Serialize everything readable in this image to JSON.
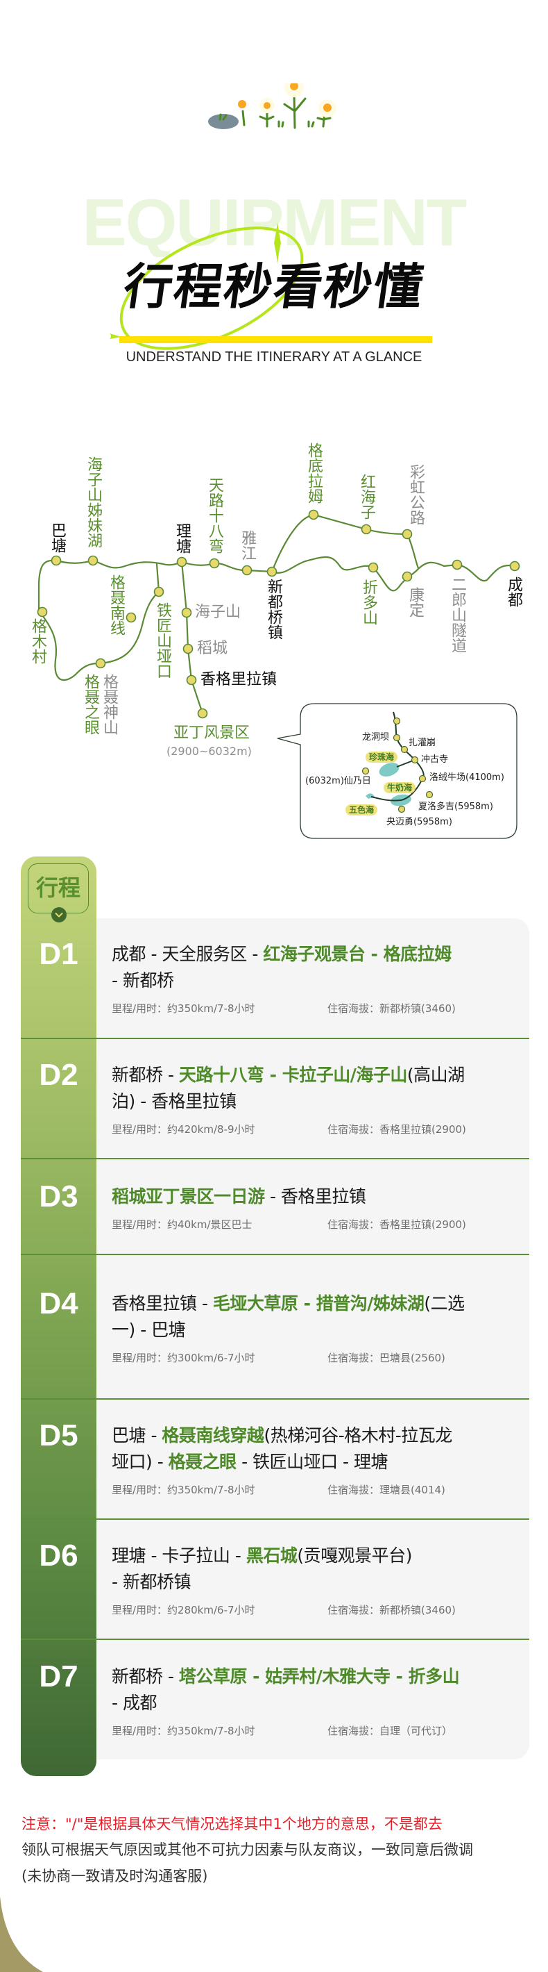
{
  "header": {
    "watermark": "EQUIPMENT",
    "title": "行程秒看秒懂",
    "subtitle": "UNDERSTAND THE ITINERARY AT A GLANCE"
  },
  "map": {
    "stations": [
      "巴塘",
      "海子山姊妹湖",
      "理塘",
      "天路十八弯",
      "雅江",
      "新都桥镇",
      "格底拉姆",
      "红海子",
      "彩虹公路",
      "折多山",
      "康定",
      "二郎山隧道",
      "成都",
      "格木村",
      "格聂南线",
      "铁匠山垭口",
      "格聂之眼",
      "格聂神山",
      "海子山",
      "稻城",
      "香格里拉镇",
      "亚丁风景区"
    ],
    "yading_altitude": "(2900~6032m)",
    "inset": {
      "stops": [
        "龙洞坝",
        "扎灌崩",
        "冲古寺",
        "洛绒牛场(4100m)",
        "(6032m)仙乃日",
        "夏洛多吉(5958m)",
        "央迈勇(5958m)"
      ],
      "lakes": [
        "珍珠海",
        "牛奶海",
        "五色海"
      ]
    }
  },
  "itinerary": {
    "tag": "行程",
    "days": [
      {
        "day": "D1",
        "route": [
          {
            "t": "成都 - 天全服务区 - "
          },
          {
            "t": "红海子观景台 - 格底拉姆",
            "h": true
          },
          {
            "t": "\n- 新都桥"
          }
        ],
        "distance": "里程/用时：约350km/7-8小时",
        "lodging": "住宿海拔：新都桥镇(3460)"
      },
      {
        "day": "D2",
        "route": [
          {
            "t": "新都桥 - "
          },
          {
            "t": "天路十八弯 - 卡拉子山/海子山",
            "h": true
          },
          {
            "t": "(高山湖\n泊) - 香格里拉镇"
          }
        ],
        "distance": "里程/用时：约420km/8-9小时",
        "lodging": "住宿海拔：香格里拉镇(2900)"
      },
      {
        "day": "D3",
        "route": [
          {
            "t": "稻城亚丁景区一日游",
            "h": true
          },
          {
            "t": " - 香格里拉镇"
          }
        ],
        "distance": "里程/用时：约40km/景区巴士",
        "lodging": "住宿海拔：香格里拉镇(2900)"
      },
      {
        "day": "D4",
        "route": [
          {
            "t": "香格里拉镇 - "
          },
          {
            "t": "毛垭大草原 - 措普沟/姊妹湖",
            "h": true
          },
          {
            "t": "(二选\n一) - 巴塘"
          }
        ],
        "distance": "里程/用时：约300km/6-7小时",
        "lodging": "住宿海拔：巴塘县(2560)"
      },
      {
        "day": "D5",
        "route": [
          {
            "t": "巴塘 - "
          },
          {
            "t": "格聂南线穿越",
            "h": true
          },
          {
            "t": "(热梯河谷-格木村-拉瓦龙\n垭口) - "
          },
          {
            "t": "格聂之眼",
            "h": true
          },
          {
            "t": " - 铁匠山垭口 - 理塘"
          }
        ],
        "distance": "里程/用时：约350km/7-8小时",
        "lodging": "住宿海拔：理塘县(4014)"
      },
      {
        "day": "D6",
        "route": [
          {
            "t": "理塘 - 卡子拉山 - "
          },
          {
            "t": "黑石城",
            "h": true
          },
          {
            "t": "(贡嘎观景平台)\n- 新都桥镇"
          }
        ],
        "distance": "里程/用时：约280km/6-7小时",
        "lodging": "住宿海拔：新都桥镇(3460)"
      },
      {
        "day": "D7",
        "route": [
          {
            "t": "新都桥 - "
          },
          {
            "t": "塔公草原 - 姑弄村/木雅大寺 - 折多山",
            "h": true
          },
          {
            "t": "\n- 成都"
          }
        ],
        "distance": "里程/用时：约350km/7-8小时",
        "lodging": "住宿海拔：自理（可代订）"
      }
    ]
  },
  "notes": {
    "warning": "注意：\"/\"是根据具体天气情况选择其中1个地方的意思，不是都去",
    "line2": "领队可根据天气原因或其他不可抗力因素与队友商议，一致同意后微调",
    "line3": "(未协商一致请及时沟通客服)"
  },
  "colors": {
    "accent_green": "#5a8f2f",
    "lime": "#b5e61d",
    "yellow": "#ffe100",
    "warning_red": "#e8202a",
    "olive": "#a39a66"
  }
}
